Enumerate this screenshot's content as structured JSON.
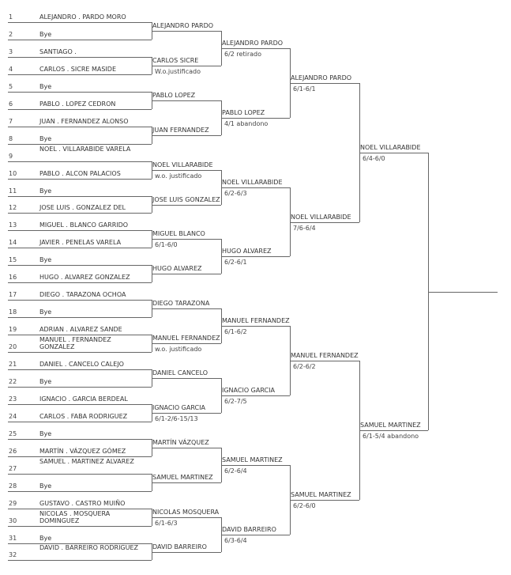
{
  "round1": [
    {
      "seed": "1",
      "name": "ALEJANDRO . PARDO MORO"
    },
    {
      "seed": "2",
      "name": "Bye"
    },
    {
      "seed": "3",
      "name": "SANTIAGO ."
    },
    {
      "seed": "4",
      "name": "CARLOS . SICRE MASIDE"
    },
    {
      "seed": "5",
      "name": "Bye"
    },
    {
      "seed": "6",
      "name": "PABLO . LOPEZ CEDRON"
    },
    {
      "seed": "7",
      "name": "JUAN . FERNANDEZ ALONSO"
    },
    {
      "seed": "8",
      "name": "Bye"
    },
    {
      "seed": "9",
      "name": "NOEL . VILLARABIDE VARELA"
    },
    {
      "seed": "10",
      "name": "PABLO . ALCON PALACIOS"
    },
    {
      "seed": "11",
      "name": "Bye"
    },
    {
      "seed": "12",
      "name": "JOSE LUIS . GONZALEZ DEL"
    },
    {
      "seed": "13",
      "name": "MIGUEL . BLANCO GARRIDO"
    },
    {
      "seed": "14",
      "name": "JAVIER . PENELAS VARELA"
    },
    {
      "seed": "15",
      "name": "Bye"
    },
    {
      "seed": "16",
      "name": "HUGO . ALVAREZ GONZALEZ"
    },
    {
      "seed": "17",
      "name": "DIEGO . TARAZONA OCHOA"
    },
    {
      "seed": "18",
      "name": "Bye"
    },
    {
      "seed": "19",
      "name": "ADRIAN . ALVAREZ SANDE"
    },
    {
      "seed": "20",
      "name": "MANUEL . FERNANDEZ GONZALEZ"
    },
    {
      "seed": "21",
      "name": "DANIEL . CANCELO CALEJO"
    },
    {
      "seed": "22",
      "name": "Bye"
    },
    {
      "seed": "23",
      "name": "IGNACIO . GARCIA BERDEAL"
    },
    {
      "seed": "24",
      "name": "CARLOS . FABA RODRIGUEZ"
    },
    {
      "seed": "25",
      "name": "Bye"
    },
    {
      "seed": "26",
      "name": "MARTÍN . VÁZQUEZ GÓMEZ"
    },
    {
      "seed": "27",
      "name": "SAMUEL . MARTINEZ ALVAREZ"
    },
    {
      "seed": "28",
      "name": "Bye"
    },
    {
      "seed": "29",
      "name": "GUSTAVO . CASTRO MUIÑO"
    },
    {
      "seed": "30",
      "name": "NICOLAS . MOSQUERA DOMINGUEZ"
    },
    {
      "seed": "31",
      "name": "Bye"
    },
    {
      "seed": "32",
      "name": "DAVID . BARREIRO RODRIGUEZ"
    }
  ],
  "round2": [
    {
      "name": "ALEJANDRO PARDO",
      "score": ""
    },
    {
      "name": "CARLOS SICRE",
      "score": "W.o.justificado"
    },
    {
      "name": "PABLO LOPEZ",
      "score": ""
    },
    {
      "name": "JUAN FERNANDEZ",
      "score": ""
    },
    {
      "name": "NOEL VILLARABIDE",
      "score": "w.o. justificado"
    },
    {
      "name": "JOSE LUIS GONZALEZ",
      "score": ""
    },
    {
      "name": "MIGUEL BLANCO",
      "score": "6/1-6/0"
    },
    {
      "name": "HUGO ALVAREZ",
      "score": ""
    },
    {
      "name": "DIEGO TARAZONA",
      "score": ""
    },
    {
      "name": "MANUEL FERNANDEZ",
      "score": "w.o. justificado"
    },
    {
      "name": "DANIEL CANCELO",
      "score": ""
    },
    {
      "name": "IGNACIO GARCIA",
      "score": "6/1-2/6-15/13"
    },
    {
      "name": "MARTÍN VÁZQUEZ",
      "score": ""
    },
    {
      "name": "SAMUEL MARTINEZ",
      "score": ""
    },
    {
      "name": "NICOLAS MOSQUERA",
      "score": "6/1-6/3"
    },
    {
      "name": "DAVID BARREIRO",
      "score": ""
    }
  ],
  "round3": [
    {
      "name": "ALEJANDRO PARDO",
      "score": "6/2 retirado"
    },
    {
      "name": "PABLO LOPEZ",
      "score": "4/1 abandono"
    },
    {
      "name": "NOEL VILLARABIDE",
      "score": "6/2-6/3"
    },
    {
      "name": "HUGO ALVAREZ",
      "score": "6/2-6/1"
    },
    {
      "name": "MANUEL FERNANDEZ",
      "score": "6/1-6/2"
    },
    {
      "name": "IGNACIO GARCIA",
      "score": "6/2-7/5"
    },
    {
      "name": "SAMUEL MARTINEZ",
      "score": "6/2-6/4"
    },
    {
      "name": "DAVID BARREIRO",
      "score": "6/3-6/4"
    }
  ],
  "round4": [
    {
      "name": "ALEJANDRO PARDO",
      "score": "6/1-6/1"
    },
    {
      "name": "NOEL VILLARABIDE",
      "score": "7/6-6/4"
    },
    {
      "name": "MANUEL FERNANDEZ",
      "score": "6/2-6/2"
    },
    {
      "name": "SAMUEL MARTINEZ",
      "score": "6/2-6/0"
    }
  ],
  "round5": [
    {
      "name": "NOEL VILLARABIDE",
      "score": "6/4-6/0"
    },
    {
      "name": "SAMUEL MARTINEZ",
      "score": "6/1-5/4 abandono"
    }
  ]
}
